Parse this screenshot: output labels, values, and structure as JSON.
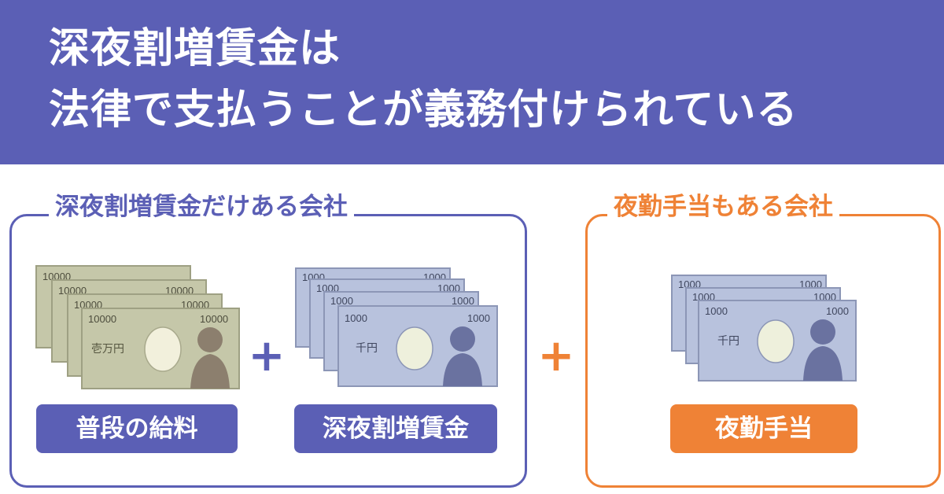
{
  "header": {
    "title_line1": "深夜割増賃金は",
    "title_line2": "法律で支払うことが義務付けられている"
  },
  "left_box": {
    "title": "深夜割増賃金だけある会社",
    "notes_10000": {
      "value_label": "10000",
      "kanji_label": "壱万円"
    },
    "notes_1000": {
      "value_label": "1000",
      "kanji_label": "千円"
    },
    "label_1": "普段の給料",
    "label_2": "深夜割増賃金"
  },
  "right_box": {
    "title": "夜勤手当もある会社",
    "notes_1000": {
      "value_label": "1000",
      "kanji_label": "千円"
    },
    "label": "夜勤手当"
  },
  "plus_symbol": "+",
  "colors": {
    "header_bg": "#5b5fb5",
    "primary": "#5b5fb5",
    "accent": "#ef8236",
    "note_10000_fill": "#c5c7a9",
    "note_1000_fill": "#b8c2dd"
  }
}
